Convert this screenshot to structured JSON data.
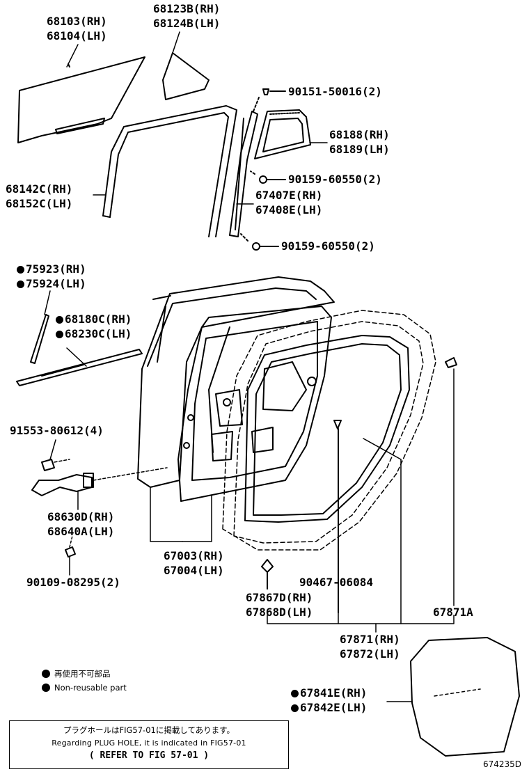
{
  "labels": {
    "p68103": [
      "68103(RH)",
      "68104(LH)"
    ],
    "p68123b": [
      "68123B(RH)",
      "68124B(LH)"
    ],
    "p90151": [
      "90151-50016(2)"
    ],
    "p68188": [
      "68188(RH)",
      "68189(LH)"
    ],
    "p90159a": [
      "90159-60550(2)"
    ],
    "p67407e": [
      "67407E(RH)",
      "67408E(LH)"
    ],
    "p68142c": [
      "68142C(RH)",
      "68152C(LH)"
    ],
    "p90159b": [
      "90159-60550(2)"
    ],
    "p75923": [
      "75923(RH)",
      "75924(LH)"
    ],
    "p68180c": [
      "68180C(RH)",
      "68230C(LH)"
    ],
    "p91553": [
      "91553-80612(4)"
    ],
    "p68630d": [
      "68630D(RH)",
      "68640A(LH)"
    ],
    "p67003": [
      "67003(RH)",
      "67004(LH)"
    ],
    "p90109": [
      "90109-08295(2)"
    ],
    "p90467": [
      "90467-06084"
    ],
    "p67867d": [
      "67867D(RH)",
      "67868D(LH)"
    ],
    "p67871a": [
      "67871A"
    ],
    "p67871": [
      "67871(RH)",
      "67872(LH)"
    ],
    "p67841e": [
      "67841E(RH)",
      "67842E(LH)"
    ]
  },
  "legend": {
    "line1": "再使用不可部品",
    "line2": "Non-reusable part"
  },
  "note": {
    "line1": "プラグホールはFIG57-01に掲載してあります。",
    "line2": "Regarding PLUG HOLE, it is indicated in FIG57-01",
    "line3": "( REFER TO FIG 57-01 )"
  },
  "figure_code": "674235D"
}
